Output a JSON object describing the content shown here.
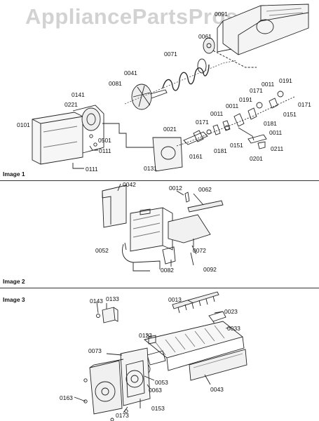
{
  "watermark": "AppliancePartsPros.com",
  "sections": [
    {
      "title": "Image 1"
    },
    {
      "title": "Image 2"
    },
    {
      "title": "Image 3"
    }
  ],
  "image1_labels": {
    "p0091": "0091",
    "p0061": "0061",
    "p0071": "0071",
    "p0041": "0041",
    "p0081": "0081",
    "p0141": "0141",
    "p0221": "0221",
    "p0101": "0101",
    "p0501": "0501",
    "p0111a": "0111",
    "p0111b": "0111",
    "p0131": "0131",
    "p0021": "0021",
    "p0171a": "0171",
    "p0161": "0161",
    "p0011a": "0011",
    "p0011b": "0011",
    "p0181a": "0181",
    "p0191a": "0191",
    "p0171b": "0171",
    "p0011c": "0011",
    "p0191b": "0191",
    "p0171c": "0171",
    "p0151a": "0151",
    "p0181b": "0181",
    "p0011d": "0011",
    "p0151b": "0151",
    "p0211": "0211",
    "p0201": "0201"
  },
  "image2_labels": {
    "p0042": "0042",
    "p0012": "0012",
    "p0062": "0062",
    "p0052": "0052",
    "p0072": "0072",
    "p0082": "0082",
    "p0092": "0092"
  },
  "image3_labels": {
    "p0143": "0143",
    "p0133": "0133",
    "p0013": "0013",
    "p0023": "0023",
    "p0033": "0033",
    "p0123": "0123",
    "p0073": "0073",
    "p0053": "0053",
    "p0063": "0063",
    "p0043": "0043",
    "p0163": "0163",
    "p0173": "0173",
    "p0153": "0153"
  }
}
